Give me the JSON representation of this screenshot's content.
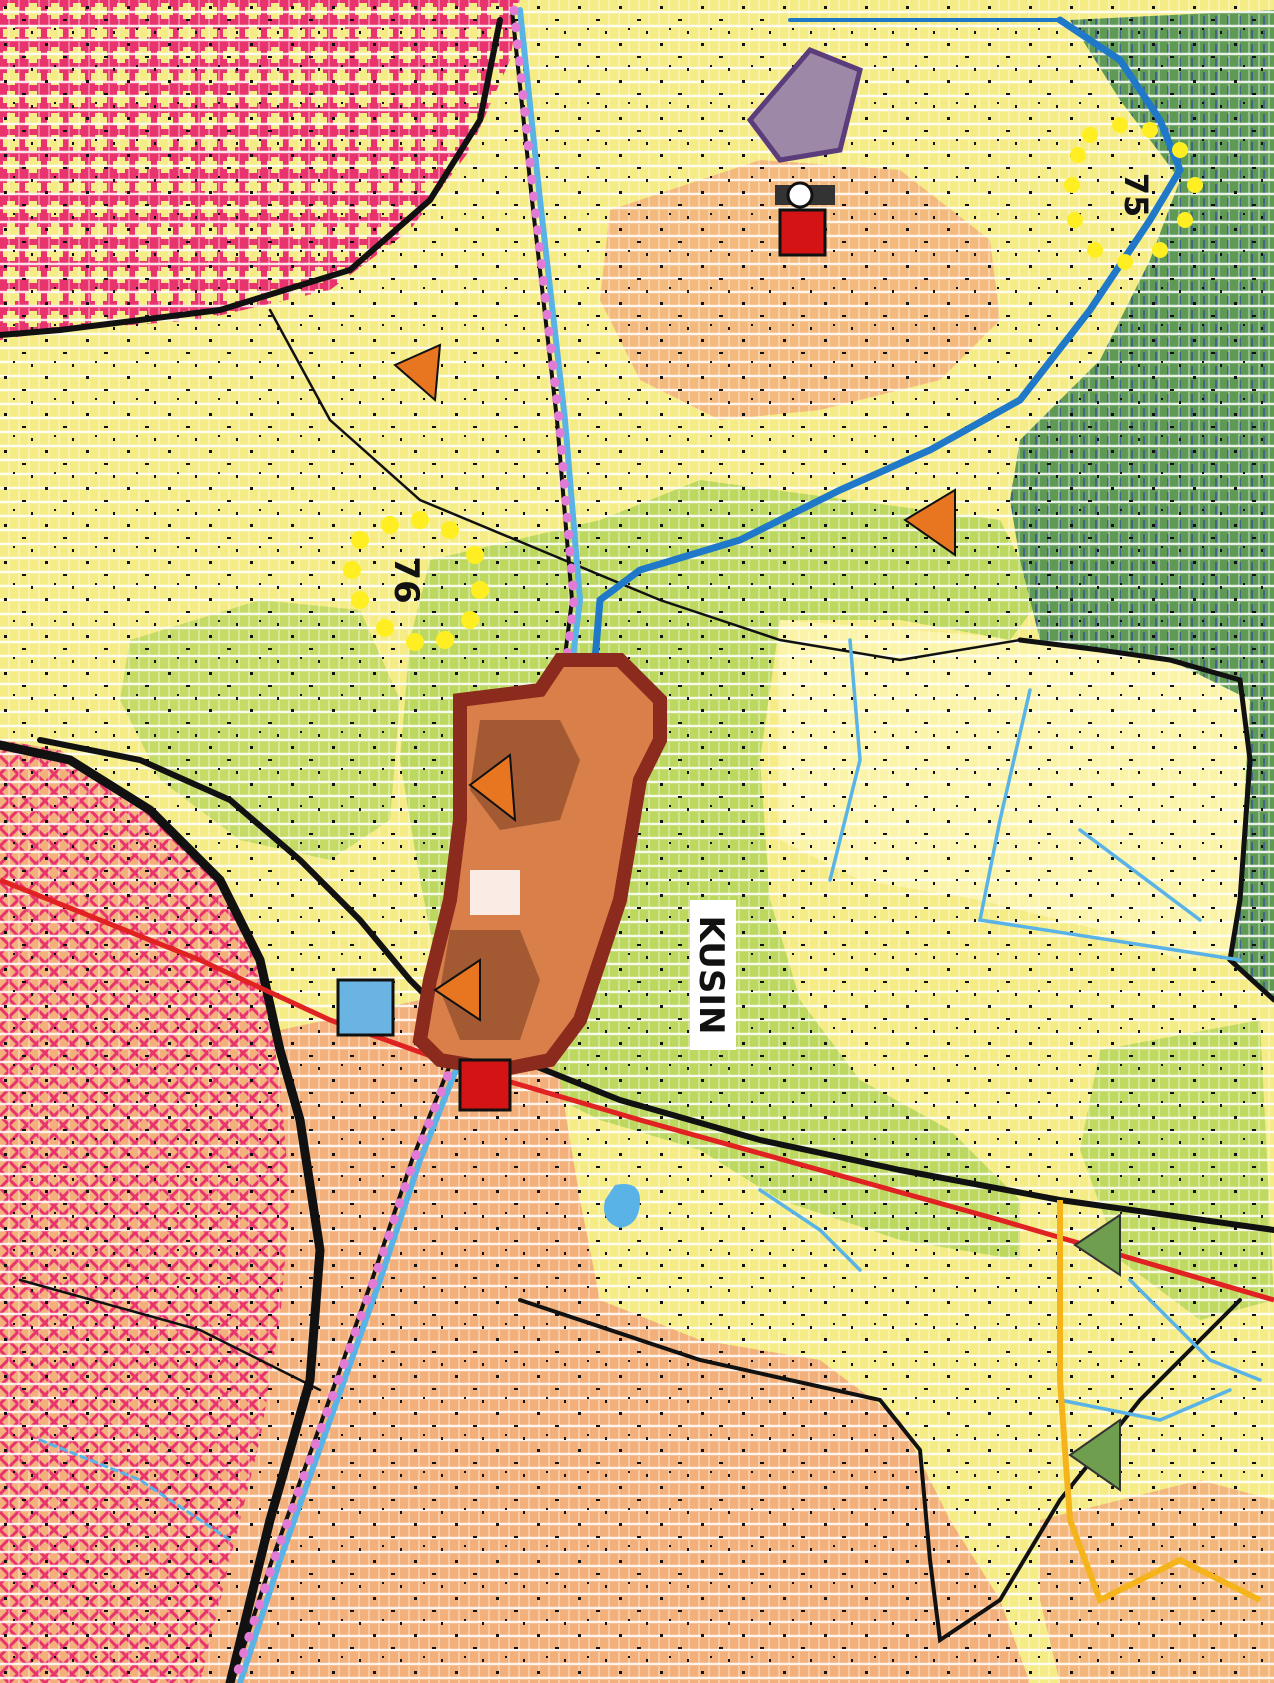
{
  "map": {
    "labels": {
      "village": "KUSIN",
      "contour_76": "76",
      "contour_75": "75"
    },
    "colors": {
      "farmland_yellow": "#f6ec86",
      "pale_yellow": "#fbf3a8",
      "orchard_salmon": "#f3b07a",
      "meadow_green": "#b6d65a",
      "forest_green": "#5e9a54",
      "protected_pink": "#e8336d",
      "settlement_brown": "#8a2b1e",
      "built_orange": "#d9804a",
      "water_blue": "#5ab3e6",
      "river_dark_blue": "#1f78c8",
      "railway_pink": "#e27bd6",
      "road_red": "#e02222",
      "boundary_black": "#111111",
      "marker_red": "#d41414",
      "marker_blue": "#6ab4e4",
      "triangle_orange": "#e8751f",
      "triangle_green": "#6f9e4e",
      "purple_plot": "#9d88a8",
      "yellow_dots": "#ffee22",
      "orange_path": "#f5b41c"
    },
    "icons": {
      "red_square": "red-square-marker-icon",
      "blue_square": "blue-square-marker-icon",
      "orange_triangle": "orange-triangle-marker-icon",
      "green_triangle": "green-triangle-marker-icon",
      "tower": "tower-symbol-icon"
    }
  }
}
